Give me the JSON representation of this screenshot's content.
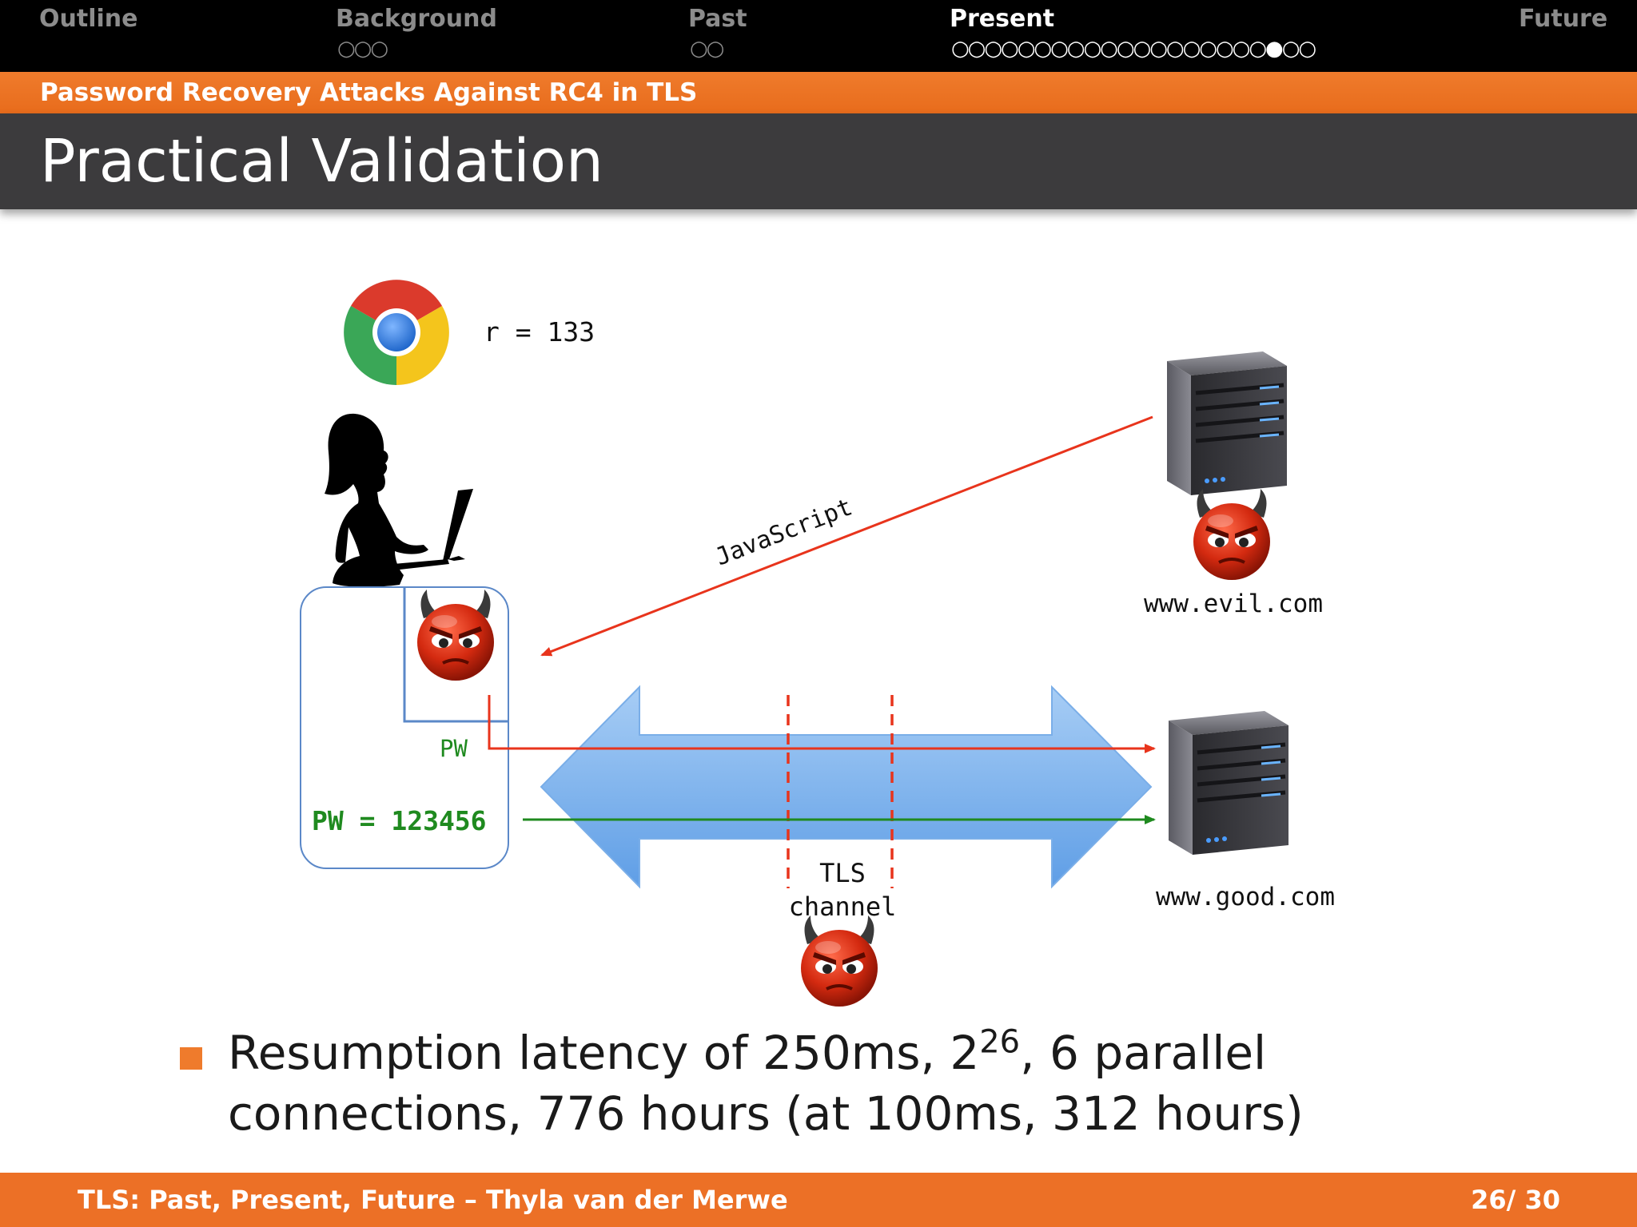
{
  "nav": {
    "sections": [
      {
        "label": "Outline",
        "dots": ""
      },
      {
        "label": "Background",
        "dots": "○○○"
      },
      {
        "label": "Past",
        "dots": "○○"
      },
      {
        "label": "Present",
        "dots": "○○○○○○○○○○○○○○○○○○○●○○"
      },
      {
        "label": "Future",
        "dots": ""
      }
    ]
  },
  "subtitle": "Password Recovery Attacks Against RC4 in TLS",
  "title": "Practical Validation",
  "diagram": {
    "r_label": "r = 133",
    "javascript_label": "JavaScript",
    "evil_domain": "www.evil.com",
    "good_domain": "www.good.com",
    "pw_label": "PW",
    "pw_value": "PW = 123456",
    "tls_label_line1": "TLS",
    "tls_label_line2": "channel",
    "colors": {
      "attack": "#e8341c",
      "legit": "#1f8a1f",
      "channel": "#8ab8ee",
      "box": "#5b88c8"
    }
  },
  "bullet": {
    "text_before": "Resumption latency of 250ms, 2",
    "superscript": "26",
    "text_after": ", 6 parallel connections, 776 hours (at 100ms, 312 hours)"
  },
  "footer": {
    "left": "TLS: Past, Present, Future – Thyla van der Merwe",
    "right": "26/ 30"
  }
}
